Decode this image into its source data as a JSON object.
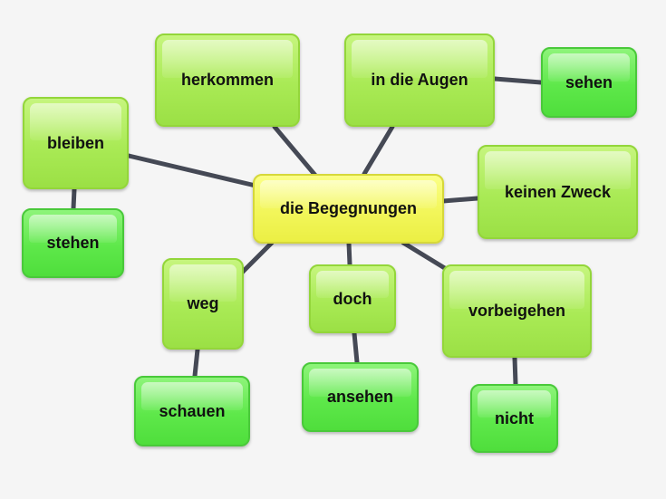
{
  "diagram": {
    "center": {
      "label": "die Begegnungen"
    },
    "nodes": {
      "herkommen": {
        "label": "herkommen"
      },
      "in_die_augen": {
        "label": "in die Augen"
      },
      "sehen": {
        "label": "sehen"
      },
      "bleiben": {
        "label": "bleiben"
      },
      "stehen": {
        "label": "stehen"
      },
      "keinen_zweck": {
        "label": "keinen Zweck"
      },
      "weg": {
        "label": "weg"
      },
      "schauen": {
        "label": "schauen"
      },
      "doch": {
        "label": "doch"
      },
      "ansehen": {
        "label": "ansehen"
      },
      "vorbeigehen": {
        "label": "vorbeigehen"
      },
      "nicht": {
        "label": "nicht"
      }
    },
    "colors": {
      "center": "#f2f65a",
      "level1": "#a9ea55",
      "level2": "#5ee84a",
      "connector": "#454955",
      "background": "#f5f5f5"
    }
  }
}
